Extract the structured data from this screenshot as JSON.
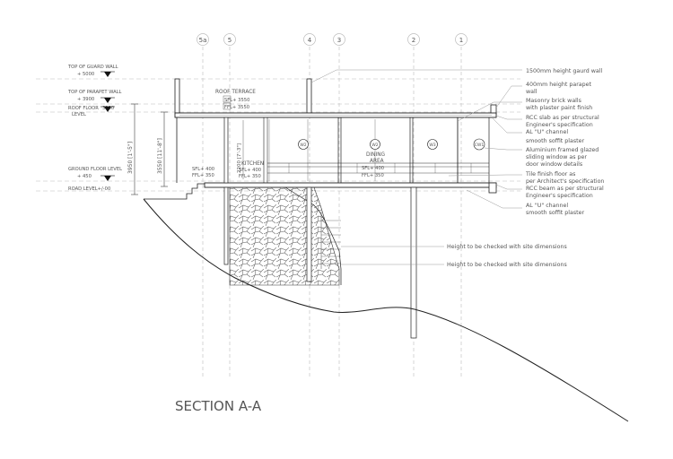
{
  "title": "SECTION A-A",
  "grid_labels": [
    "5a",
    "5",
    "4",
    "3",
    "2",
    "1"
  ],
  "levels": [
    {
      "name": "TOP OF GUARD WALL",
      "value": "+ 5000"
    },
    {
      "name": "TOP OF PARAPET WALL",
      "value": "+ 3900"
    },
    {
      "name": "ROOF FLOOR",
      "value": "3550",
      "extra": "LEVEL"
    },
    {
      "name": "GROUND FLOOR LEVEL",
      "value": "+ 450"
    },
    {
      "name": "ROAD LEVEL+/-00",
      "value": ""
    }
  ],
  "dimensions": {
    "total": "3950 [1'-5\"]",
    "floor": "3550 [11'-8\"]",
    "kitchen_height": "2200 [7'-3\"]"
  },
  "room_labels": {
    "roof_terrace": "ROOF TERRACE",
    "roof_sfl": "SFL+ 3550",
    "roof_ffl": "FFL+ 3550",
    "kitchen": "KITCHEN",
    "kitchen_sfl": "SFL+ 400",
    "kitchen_ffl": "FFL+ 350",
    "left_sfl": "SFL+ 400",
    "left_ffl": "FFL+ 350",
    "dining": "DINING",
    "dining_area": "AREA",
    "dining_sfl": "SFL+ 400",
    "dining_ffl": "FFL+ 350"
  },
  "window_tags": [
    "W2",
    "W2",
    "W3",
    "CW1"
  ],
  "notes": [
    "1500mm height gaurd wall",
    "400mm height parapet",
    "wall",
    "Masonry brick walls",
    "with plaster paint finish",
    "RCC slab as per structural",
    "Engineer's specification",
    "AL \"U\" channel",
    "smooth soffit plaster",
    "Aluminium framed glazed",
    "sliding window as per",
    "door window details",
    "Tile finish floor as",
    "per Architect's specification",
    "RCC beam as per structural",
    "Engineer's specification",
    "AL \"U\" channel",
    "smooth soffit plaster",
    "Height to be checked with site dimensions",
    "Height to be checked with site dimensions"
  ]
}
